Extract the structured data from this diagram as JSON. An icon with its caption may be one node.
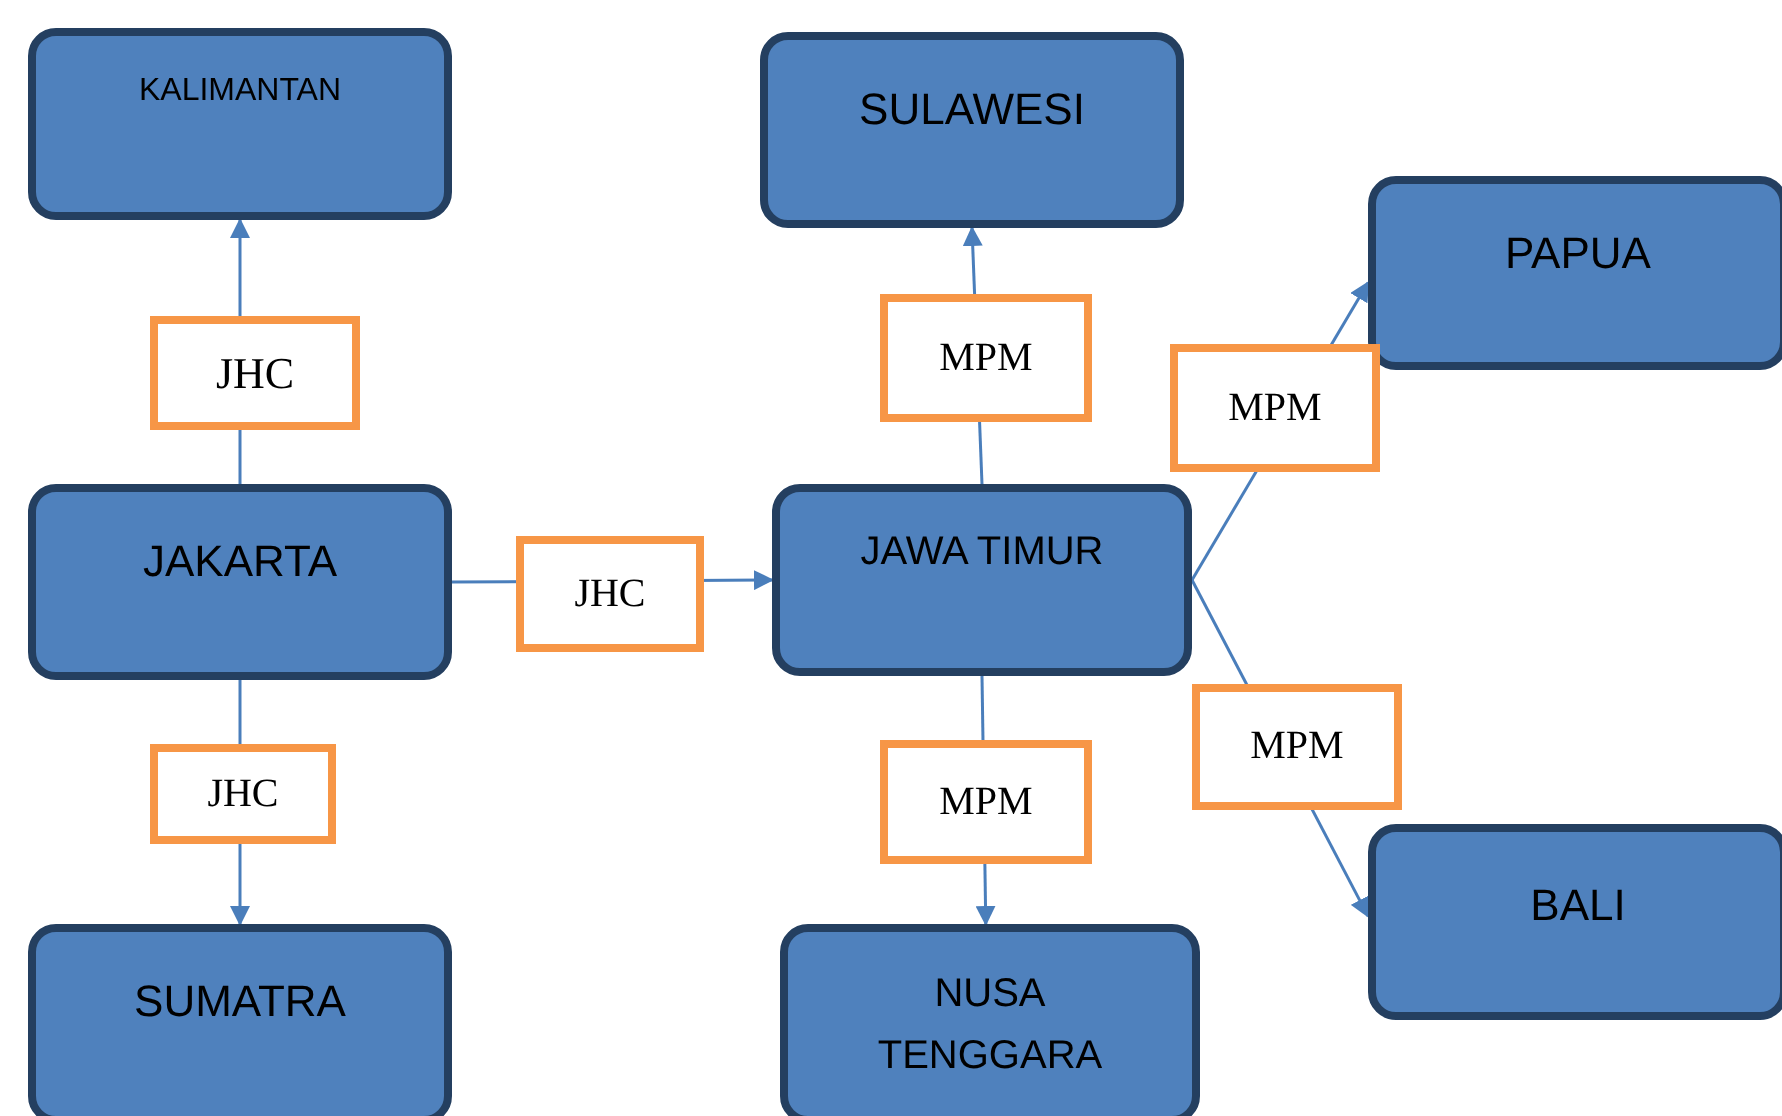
{
  "diagram": {
    "nodes": [
      {
        "text": [
          "KALIMANTAN"
        ]
      },
      {
        "text": [
          "SULAWESI"
        ]
      },
      {
        "text": [
          "PAPUA"
        ]
      },
      {
        "text": [
          "JAKARTA"
        ]
      },
      {
        "text": [
          "JAWA TIMUR"
        ]
      },
      {
        "text": [
          "SUMATRA"
        ]
      },
      {
        "text": [
          "NUSA TENGGARA"
        ]
      },
      {
        "text": [
          "BALI"
        ]
      }
    ],
    "edges": [
      {
        "from": 3,
        "to": 0,
        "arrow": "to",
        "label": "JHC"
      },
      {
        "from": 3,
        "to": 4,
        "arrow": "to",
        "label": "JHC"
      },
      {
        "from": 3,
        "to": 5,
        "arrow": "to",
        "label": "JHC"
      },
      {
        "from": 4,
        "to": 1,
        "arrow": "to",
        "label": "MPM"
      },
      {
        "from": 4,
        "to": 2,
        "arrow": "to",
        "label": "MPM"
      },
      {
        "from": 4,
        "to": 6,
        "arrow": "to",
        "label": "MPM"
      },
      {
        "from": 4,
        "to": 7,
        "arrow": "to",
        "label": "MPM"
      }
    ]
  }
}
